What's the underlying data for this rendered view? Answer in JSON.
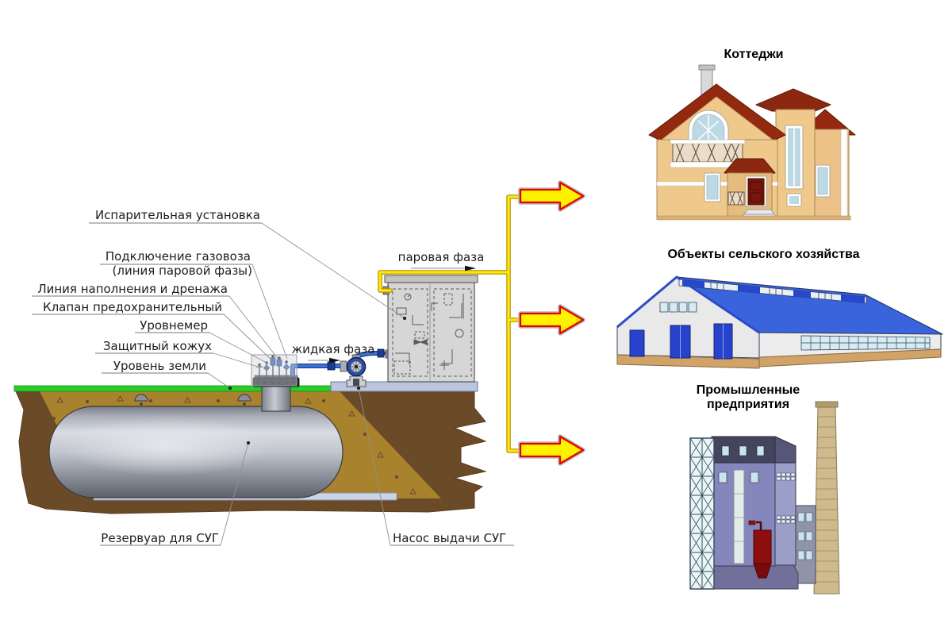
{
  "figure": {
    "labels": {
      "evaporator": "Испарительная установка",
      "truck_connection_line1": "Подключение газовоза",
      "truck_connection_line2": "(линия паровой фазы)",
      "fill_drain_line": "Линия наполнения и дренажа",
      "safety_valve": "Клапан предохранительный",
      "level_gauge": "Уровнемер",
      "protective_cover": "Защитный кожух",
      "ground_level": "Уровень земли",
      "tank": "Резервуар для СУГ",
      "pump": "Насос выдачи СУГ"
    },
    "flows": {
      "vapor_phase": "паровая фаза",
      "liquid_phase": "жидкая фаза"
    },
    "consumers": [
      {
        "title": "Коттеджи"
      },
      {
        "title": "Объекты сельского хозяйства"
      },
      {
        "title": "Промышленные предприятия"
      }
    ],
    "colors": {
      "pipe_vapor": "#FFE70A",
      "pipe_liquid": "#3D74D8",
      "arrow_fill": "#FFF200",
      "arrow_outline": "#E60000",
      "ground_line": "#27CE27",
      "soil_dark": "#6B4A28",
      "soil_pit": "#A9822E"
    }
  }
}
